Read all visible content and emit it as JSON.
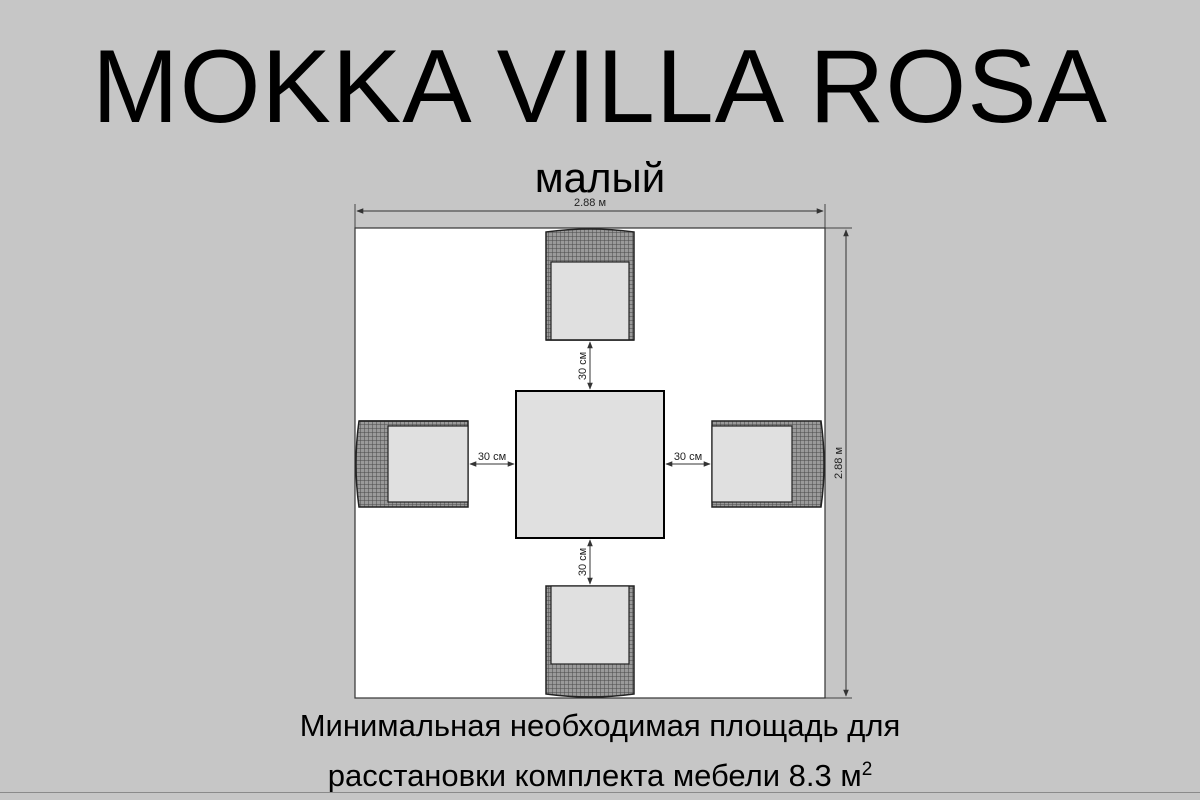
{
  "title": "MOKKA VILLA ROSA",
  "subtitle": "малый",
  "dimensions": {
    "width_label": "2.88 м",
    "depth_label": "2.88 м"
  },
  "clearances": {
    "top": "30 см",
    "bottom": "30 см",
    "left": "30 см",
    "right": "30 см"
  },
  "caption": {
    "line1": "Минимальная необходимая площадь для",
    "line2": "расстановки комплекта мебели 8.3 м",
    "superscript": "2"
  },
  "colors": {
    "background": "#c6c6c6",
    "floor": "#ffffff",
    "table": "#e0e0e0",
    "seat": "#e0e0e0",
    "wicker": "#777777"
  }
}
